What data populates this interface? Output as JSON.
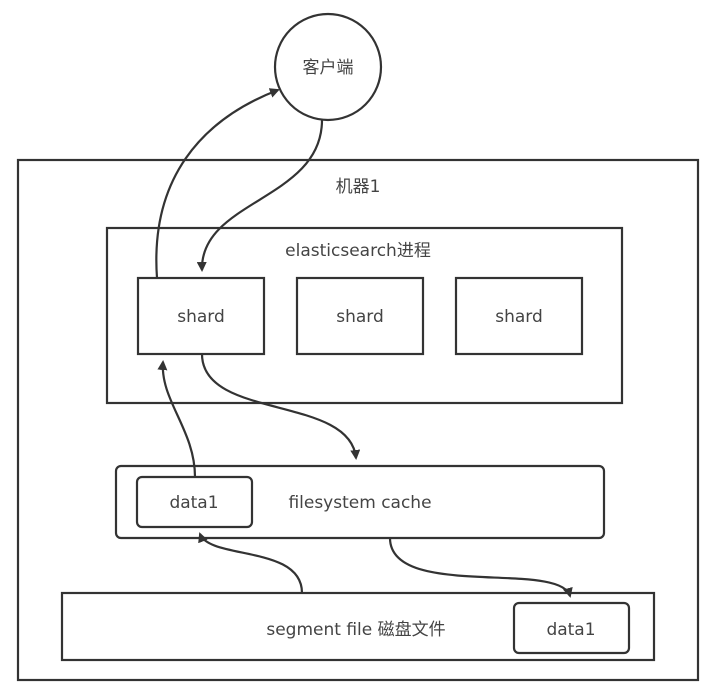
{
  "diagram": {
    "client": {
      "label": "客户端"
    },
    "machine": {
      "label": "机器1"
    },
    "process": {
      "label": "elasticsearch进程"
    },
    "shards": [
      {
        "label": "shard"
      },
      {
        "label": "shard"
      },
      {
        "label": "shard"
      }
    ],
    "fs_cache": {
      "label": "filesystem cache",
      "data_label": "data1"
    },
    "segment_file": {
      "label": "segment file 磁盘文件",
      "data_label": "data1"
    },
    "edges": [
      {
        "from": "shard-1",
        "to": "client",
        "meaning": "response"
      },
      {
        "from": "client",
        "to": "shard-1",
        "meaning": "request"
      },
      {
        "from": "shard-1",
        "to": "filesystem-cache",
        "meaning": "lookup"
      },
      {
        "from": "filesystem-cache",
        "to": "segment-data1",
        "meaning": "miss to disk"
      },
      {
        "from": "segment-file",
        "to": "cache-data1",
        "meaning": "load into cache"
      },
      {
        "from": "cache-data1",
        "to": "shard-1",
        "meaning": "return data"
      }
    ]
  }
}
